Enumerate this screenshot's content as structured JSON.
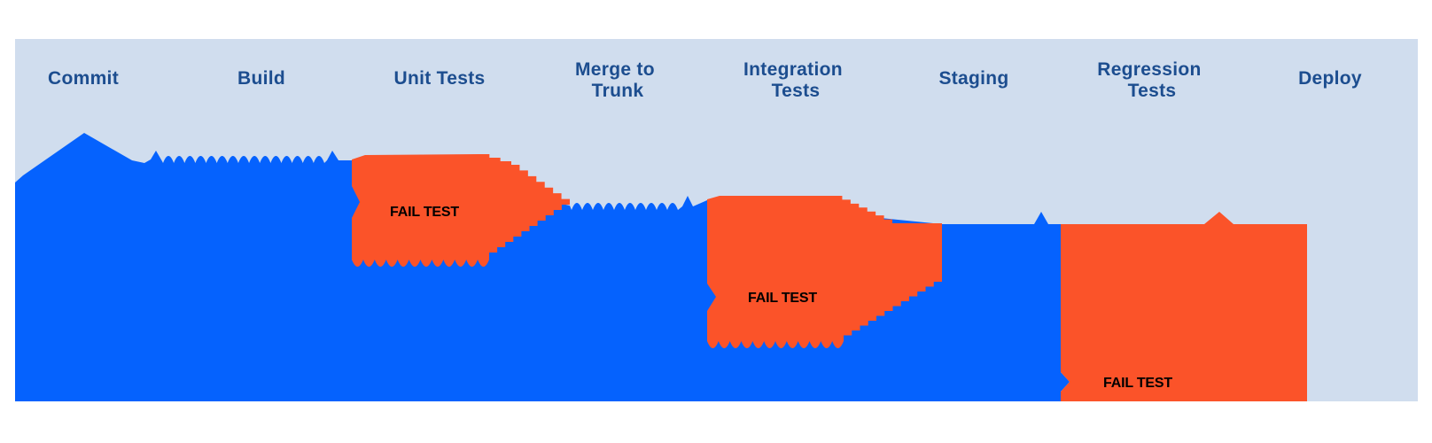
{
  "diagram": {
    "stages": [
      {
        "lines": [
          "Commit"
        ]
      },
      {
        "lines": [
          "Build"
        ]
      },
      {
        "lines": [
          "Unit Tests"
        ]
      },
      {
        "lines": [
          "Merge to",
          "Trunk"
        ]
      },
      {
        "lines": [
          "Integration",
          "Tests"
        ]
      },
      {
        "lines": [
          "Staging"
        ]
      },
      {
        "lines": [
          "Regression",
          "Tests"
        ]
      },
      {
        "lines": [
          "Deploy"
        ]
      }
    ],
    "fail_labels": [
      "FAIL TEST",
      "FAIL TEST",
      "FAIL TEST"
    ],
    "colors": {
      "page_background": "#ffffff",
      "panel_background": "#d0ddee",
      "flow_blue": "#0562fe",
      "fail_orange": "#fb5329",
      "stage_label": "#1c4d8f",
      "fail_label": "#000000"
    }
  }
}
